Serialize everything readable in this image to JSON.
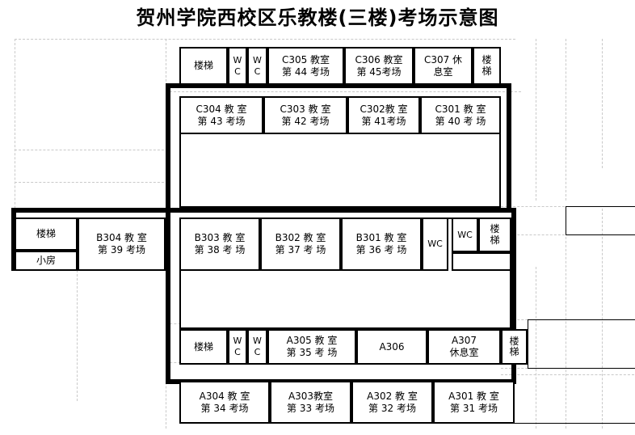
{
  "title": "贺州学院西校区乐教楼(三楼)考场示意图",
  "floor_plan": {
    "rooms": {
      "c_wing_top": [
        {
          "name": "stair-top-left",
          "line1": "楼梯",
          "line2": ""
        },
        {
          "name": "wc-top-1",
          "line1": "W",
          "line2": "C"
        },
        {
          "name": "wc-top-2",
          "line1": "W",
          "line2": "C"
        },
        {
          "name": "room-c305",
          "line1": "C305 教室",
          "line2": "第 44 考场"
        },
        {
          "name": "room-c306",
          "line1": "C306 教室",
          "line2": "第 45考场"
        },
        {
          "name": "room-c307",
          "line1": "C307 休",
          "line2": "息室"
        },
        {
          "name": "stair-top-right",
          "line1": "楼",
          "line2": "梯"
        }
      ],
      "c_wing_bottom": [
        {
          "name": "room-c304",
          "line1": "C304 教 室",
          "line2": "第 43 考场"
        },
        {
          "name": "room-c303",
          "line1": "C303 教 室",
          "line2": "第 42 考场"
        },
        {
          "name": "room-c302",
          "line1": "C302教 室",
          "line2": "第 41考场"
        },
        {
          "name": "room-c301",
          "line1": "C301 教 室",
          "line2": "第 40 考 场"
        }
      ],
      "b_wing_left": [
        {
          "name": "stair-mid-left",
          "line1": "楼梯",
          "line2": ""
        },
        {
          "name": "small-room",
          "line1": "小房",
          "line2": ""
        },
        {
          "name": "room-b304",
          "line1": "B304 教 室",
          "line2": "第 39 考场"
        }
      ],
      "b_wing_main": [
        {
          "name": "room-b303",
          "line1": "B303 教 室",
          "line2": "第 38 考 场"
        },
        {
          "name": "room-b302",
          "line1": "B302 教 室",
          "line2": "第 37 考 场"
        },
        {
          "name": "room-b301",
          "line1": "B301 教 室",
          "line2": "第 36 考 场"
        },
        {
          "name": "wc-mid-1",
          "line1": "WC",
          "line2": ""
        },
        {
          "name": "wc-mid-2",
          "line1": "WC",
          "line2": ""
        },
        {
          "name": "stair-mid-right",
          "line1": "楼",
          "line2": "梯"
        }
      ],
      "a_wing_top": [
        {
          "name": "stair-bot-left",
          "line1": "楼梯",
          "line2": ""
        },
        {
          "name": "wc-bot-1",
          "line1": "W",
          "line2": "C"
        },
        {
          "name": "wc-bot-2",
          "line1": "W",
          "line2": "C"
        },
        {
          "name": "room-a305",
          "line1": "A305 教 室",
          "line2": "第 35 考 场"
        },
        {
          "name": "room-a306",
          "line1": "A306",
          "line2": ""
        },
        {
          "name": "room-a307",
          "line1": "A307",
          "line2": "休息室"
        },
        {
          "name": "stair-bot-right",
          "line1": "楼",
          "line2": "梯"
        }
      ],
      "a_wing_bottom": [
        {
          "name": "room-a304",
          "line1": "A304 教 室",
          "line2": "第 34 考场"
        },
        {
          "name": "room-a303",
          "line1": "A303教室",
          "line2": "第 33 考场"
        },
        {
          "name": "room-a302",
          "line1": "A302 教 室",
          "line2": "第 32 考场"
        },
        {
          "name": "room-a301",
          "line1": "A301 教 室",
          "line2": "第 31 考场"
        }
      ]
    },
    "colors": {
      "wall": "#000000",
      "grid": "#c9c9c9",
      "background": "#ffffff"
    }
  }
}
